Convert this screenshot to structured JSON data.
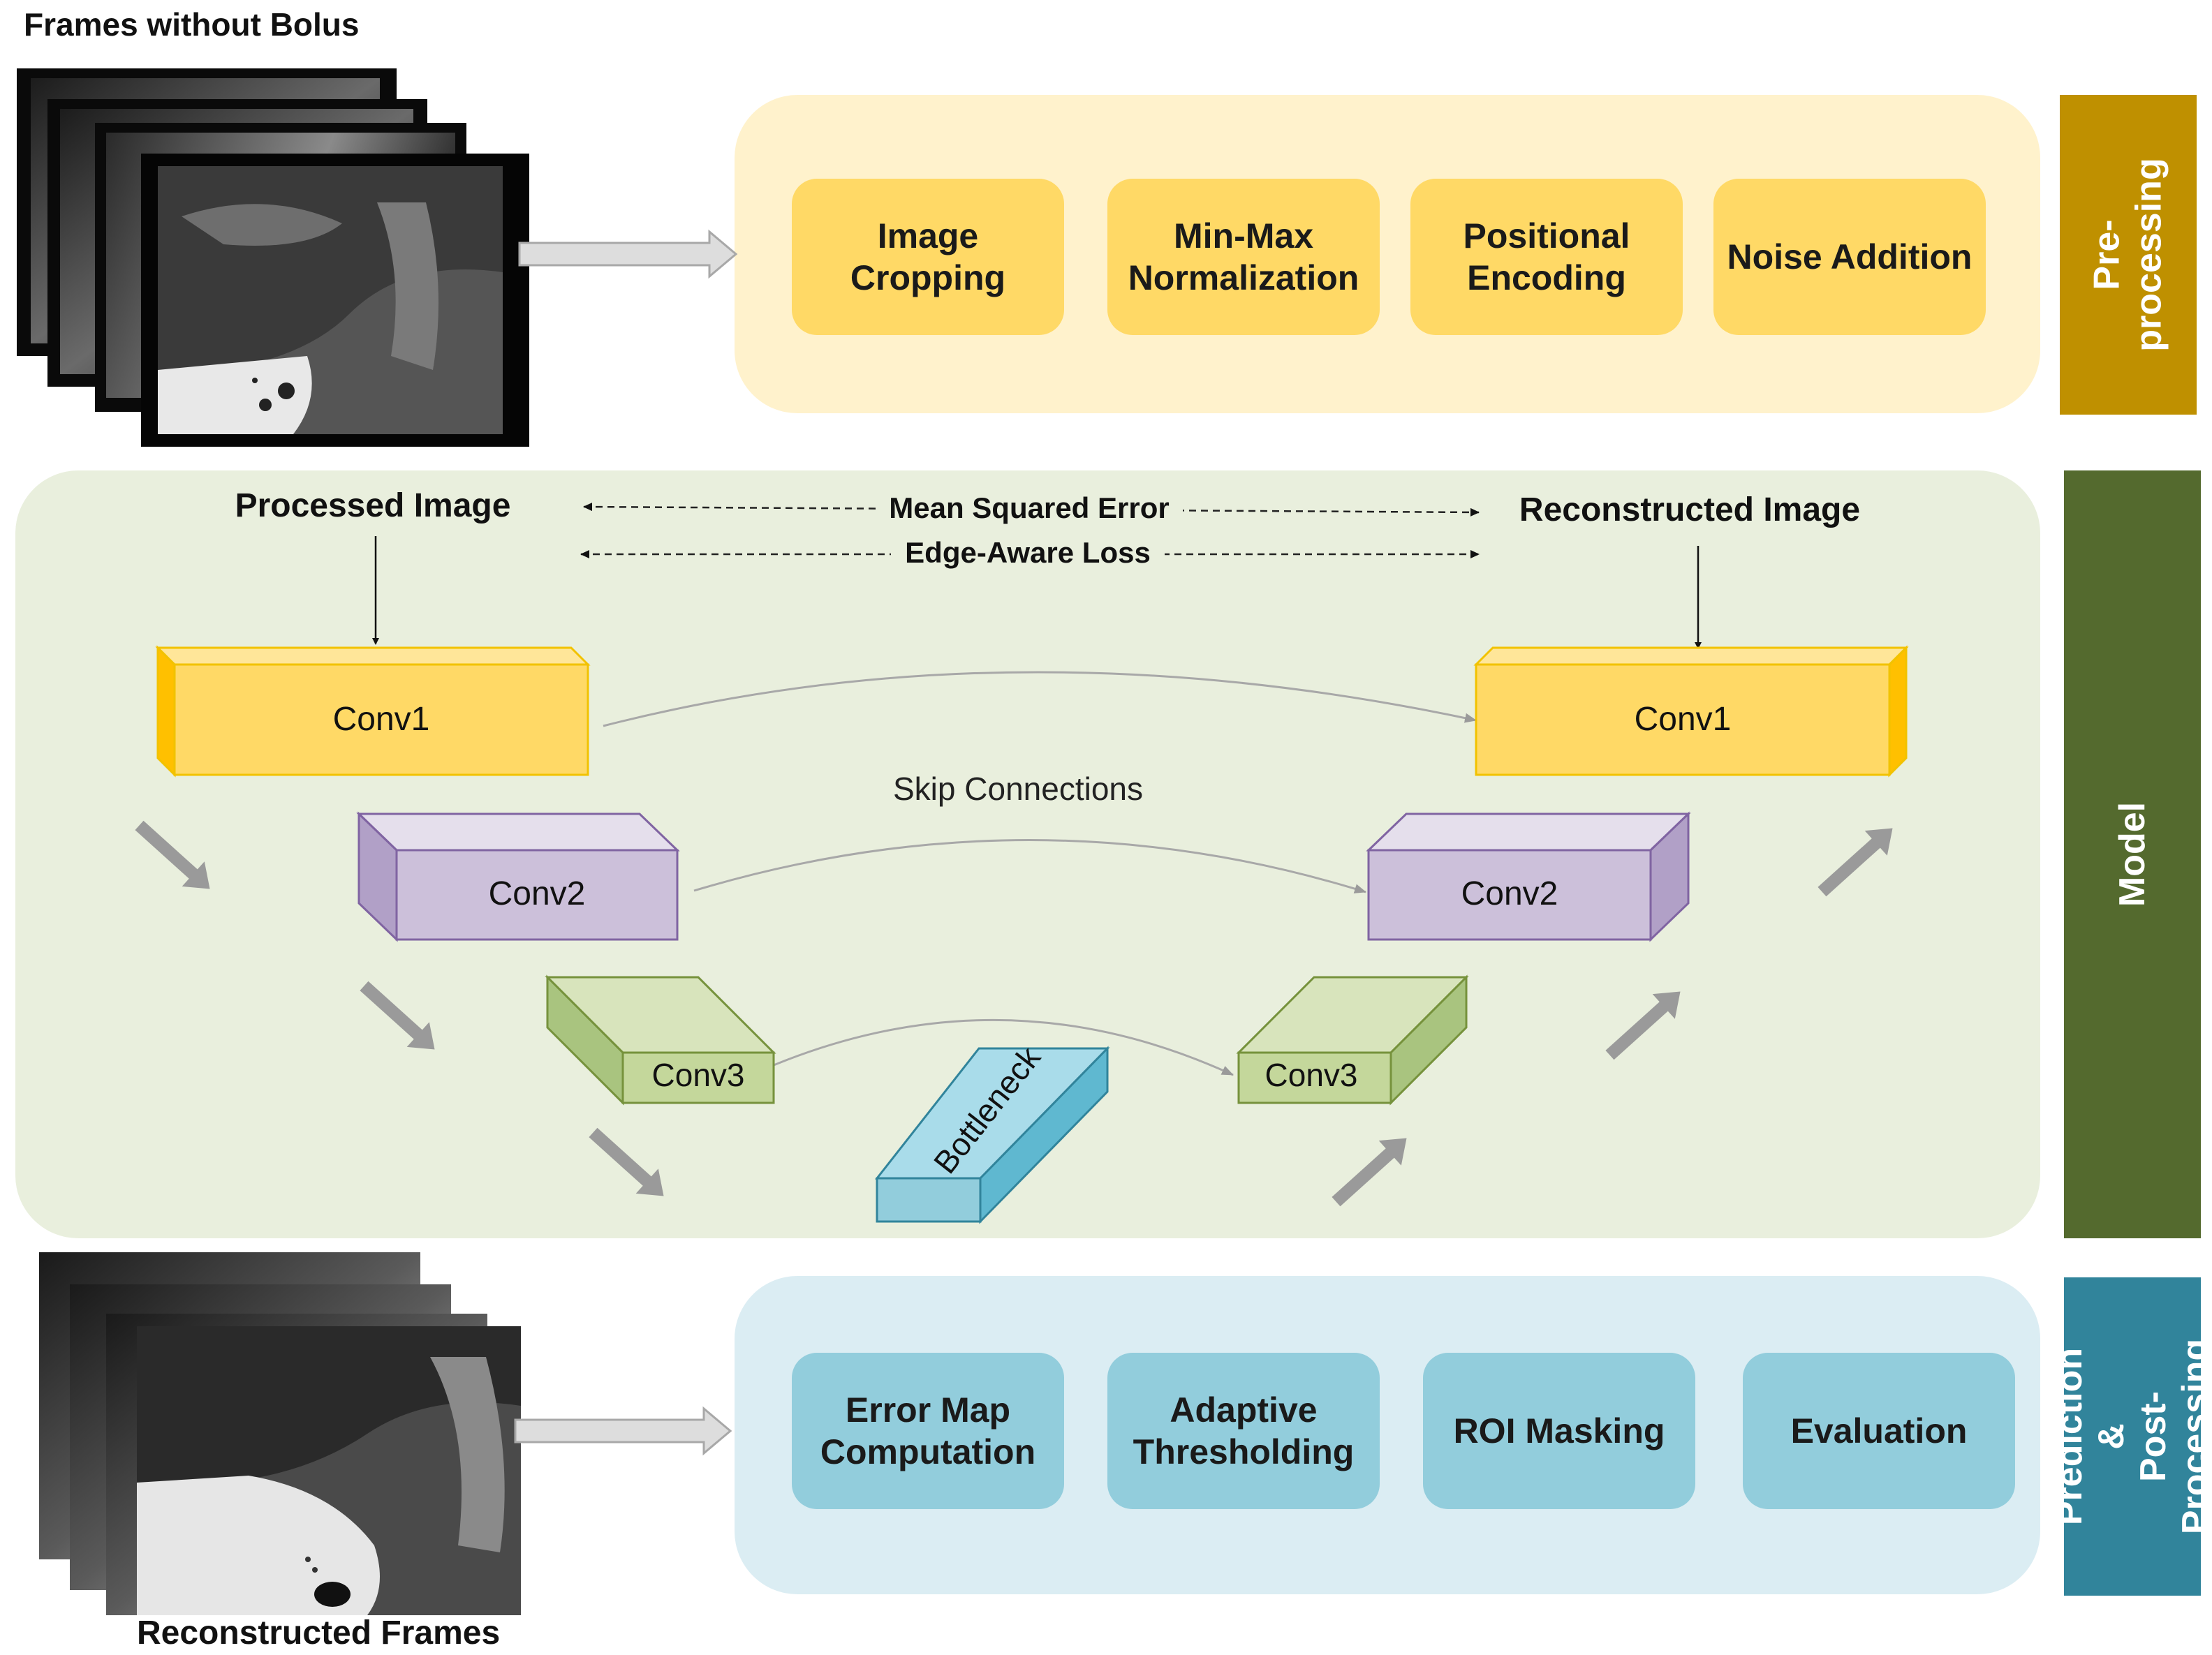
{
  "frames_top_label": "Frames without Bolus",
  "frames_bottom_label": "Reconstructed Frames",
  "preprocessing": {
    "sidebar_label": "Pre-processing",
    "steps": [
      "Image\nCropping",
      "Min-Max\nNormalization",
      "Positional\nEncoding",
      "Noise Addition"
    ]
  },
  "model": {
    "sidebar_label": "Model",
    "input_label": "Processed Image",
    "output_label": "Reconstructed Image",
    "loss_mse": "Mean Squared Error",
    "loss_edge": "Edge-Aware Loss",
    "skip_label": "Skip Connections",
    "enc1": "Conv1",
    "enc2": "Conv2",
    "enc3": "Conv3",
    "bottleneck": "Bottleneck",
    "dec3": "Conv3",
    "dec2": "Conv2",
    "dec1": "Conv1"
  },
  "postprocessing": {
    "sidebar_label": "Prediction &\nPost-Processing",
    "steps": [
      "Error Map\nComputation",
      "Adaptive\nThresholding",
      "ROI Masking",
      "Evaluation"
    ]
  },
  "colors": {
    "pre_panel": "#FFF2CC",
    "pre_pill": "#FFD966",
    "pre_sidebar": "#BF9000",
    "model_panel": "#E9EFDD",
    "model_sidebar": "#546A2E",
    "post_panel": "#DBEDF3",
    "post_pill": "#92CDDC",
    "post_sidebar": "#31849B"
  }
}
